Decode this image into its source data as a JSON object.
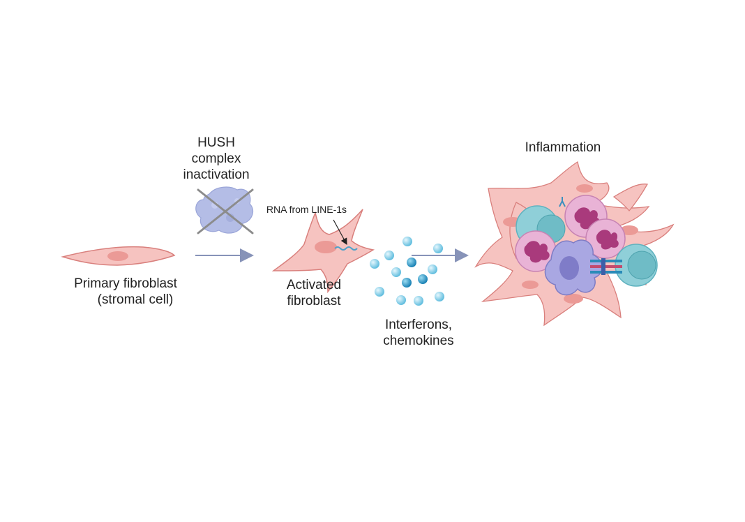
{
  "labels": {
    "hush": [
      "HUSH",
      "complex",
      "inactivation"
    ],
    "rna": "RNA from LINE-1s",
    "primary": [
      "Primary fibroblast",
      "(stromal cell)"
    ],
    "activated": [
      "Activated",
      "fibroblast"
    ],
    "interferons": [
      "Interferons,",
      "chemokines"
    ],
    "inflammation": "Inflammation"
  },
  "colors": {
    "fibroblast_fill": "#f6c3c0",
    "fibroblast_stroke": "#d9807d",
    "nucleus": "#eb9a96",
    "arrow": "#8793b8",
    "protein": "#b4bde6",
    "cross": "#8c8c8c",
    "cytokine_light": "#8fd2ea",
    "cytokine_dark": "#2a9bc8",
    "neutrophil": "#e9b3d6",
    "tcell": "#8fcfd8",
    "macrophage": "#a9a7e2",
    "rna": "#4ea1c9"
  },
  "icons": [
    "fibroblast-icon",
    "hush-protein-icon",
    "cross-icon",
    "arrow-icon",
    "cytokine-icon",
    "neutrophil-icon",
    "t-cell-icon",
    "macrophage-icon",
    "rna-strand-icon"
  ]
}
